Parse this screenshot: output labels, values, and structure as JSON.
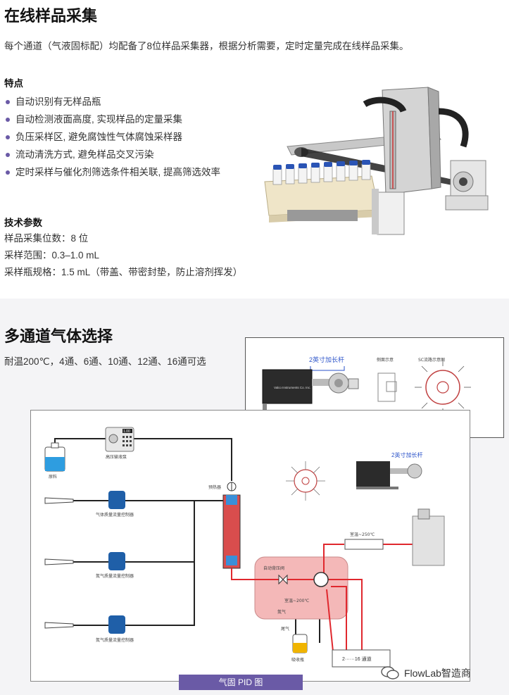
{
  "section1": {
    "title": "在线样品采集",
    "intro": "每个通道（气液固标配）均配备了8位样品采集器，根据分析需要，定时定量完成在线样品采集。",
    "features_title": "特点",
    "features": [
      "自动识别有无样品瓶",
      "自动检测液面高度, 实现样品的定量采集",
      "负压采样区, 避免腐蚀性气体腐蚀采样器",
      "流动清洗方式, 避免样品交叉污染",
      "定时采样与催化剂筛选条件相关联, 提高筛选效率"
    ],
    "tech_title": "技术参数",
    "tech": [
      "样品采集位数：8 位",
      "采样范围：0.3–1.0 mL",
      "采样瓶规格：1.5 mL（带盖、带密封垫，防止溶剂挥发）"
    ]
  },
  "section2": {
    "title": "多通道气体选择",
    "subtitle": "耐温200℃，4通、6通、10通、12通、16通可选",
    "inset": {
      "label_arm": "2英寸加长杆",
      "label_left": "侧面示意",
      "label_right": "SC流路示意图",
      "device_text": "Valco Instruments Co. Inc."
    },
    "pid": {
      "caption": "气固 PID 图",
      "pump_display": "1.00",
      "labels": {
        "pump": "高压输液泵",
        "raw": "原料",
        "mfc1": "气体质量流量控制器",
        "mfc2": "氮气质量流量控制器",
        "mfc3": "氮气质量流量控制器",
        "preheater": "预热器",
        "bpr": "自动背压阀",
        "oven": "室温~200℃",
        "heat_line": "室温~250℃",
        "nitrogen": "氮气",
        "tail": "尾气",
        "absorber": "吸收瓶",
        "channels": "2······16 通道",
        "arm": "2英寸加长杆"
      }
    }
  },
  "watermark": "FlowLab智造商",
  "colors": {
    "accent": "#6a5aa6",
    "pipe_red": "#e0282e",
    "pipe_black": "#222222",
    "mfc_blue": "#1f5fa8",
    "oven_pink": "#f4b8b8"
  }
}
